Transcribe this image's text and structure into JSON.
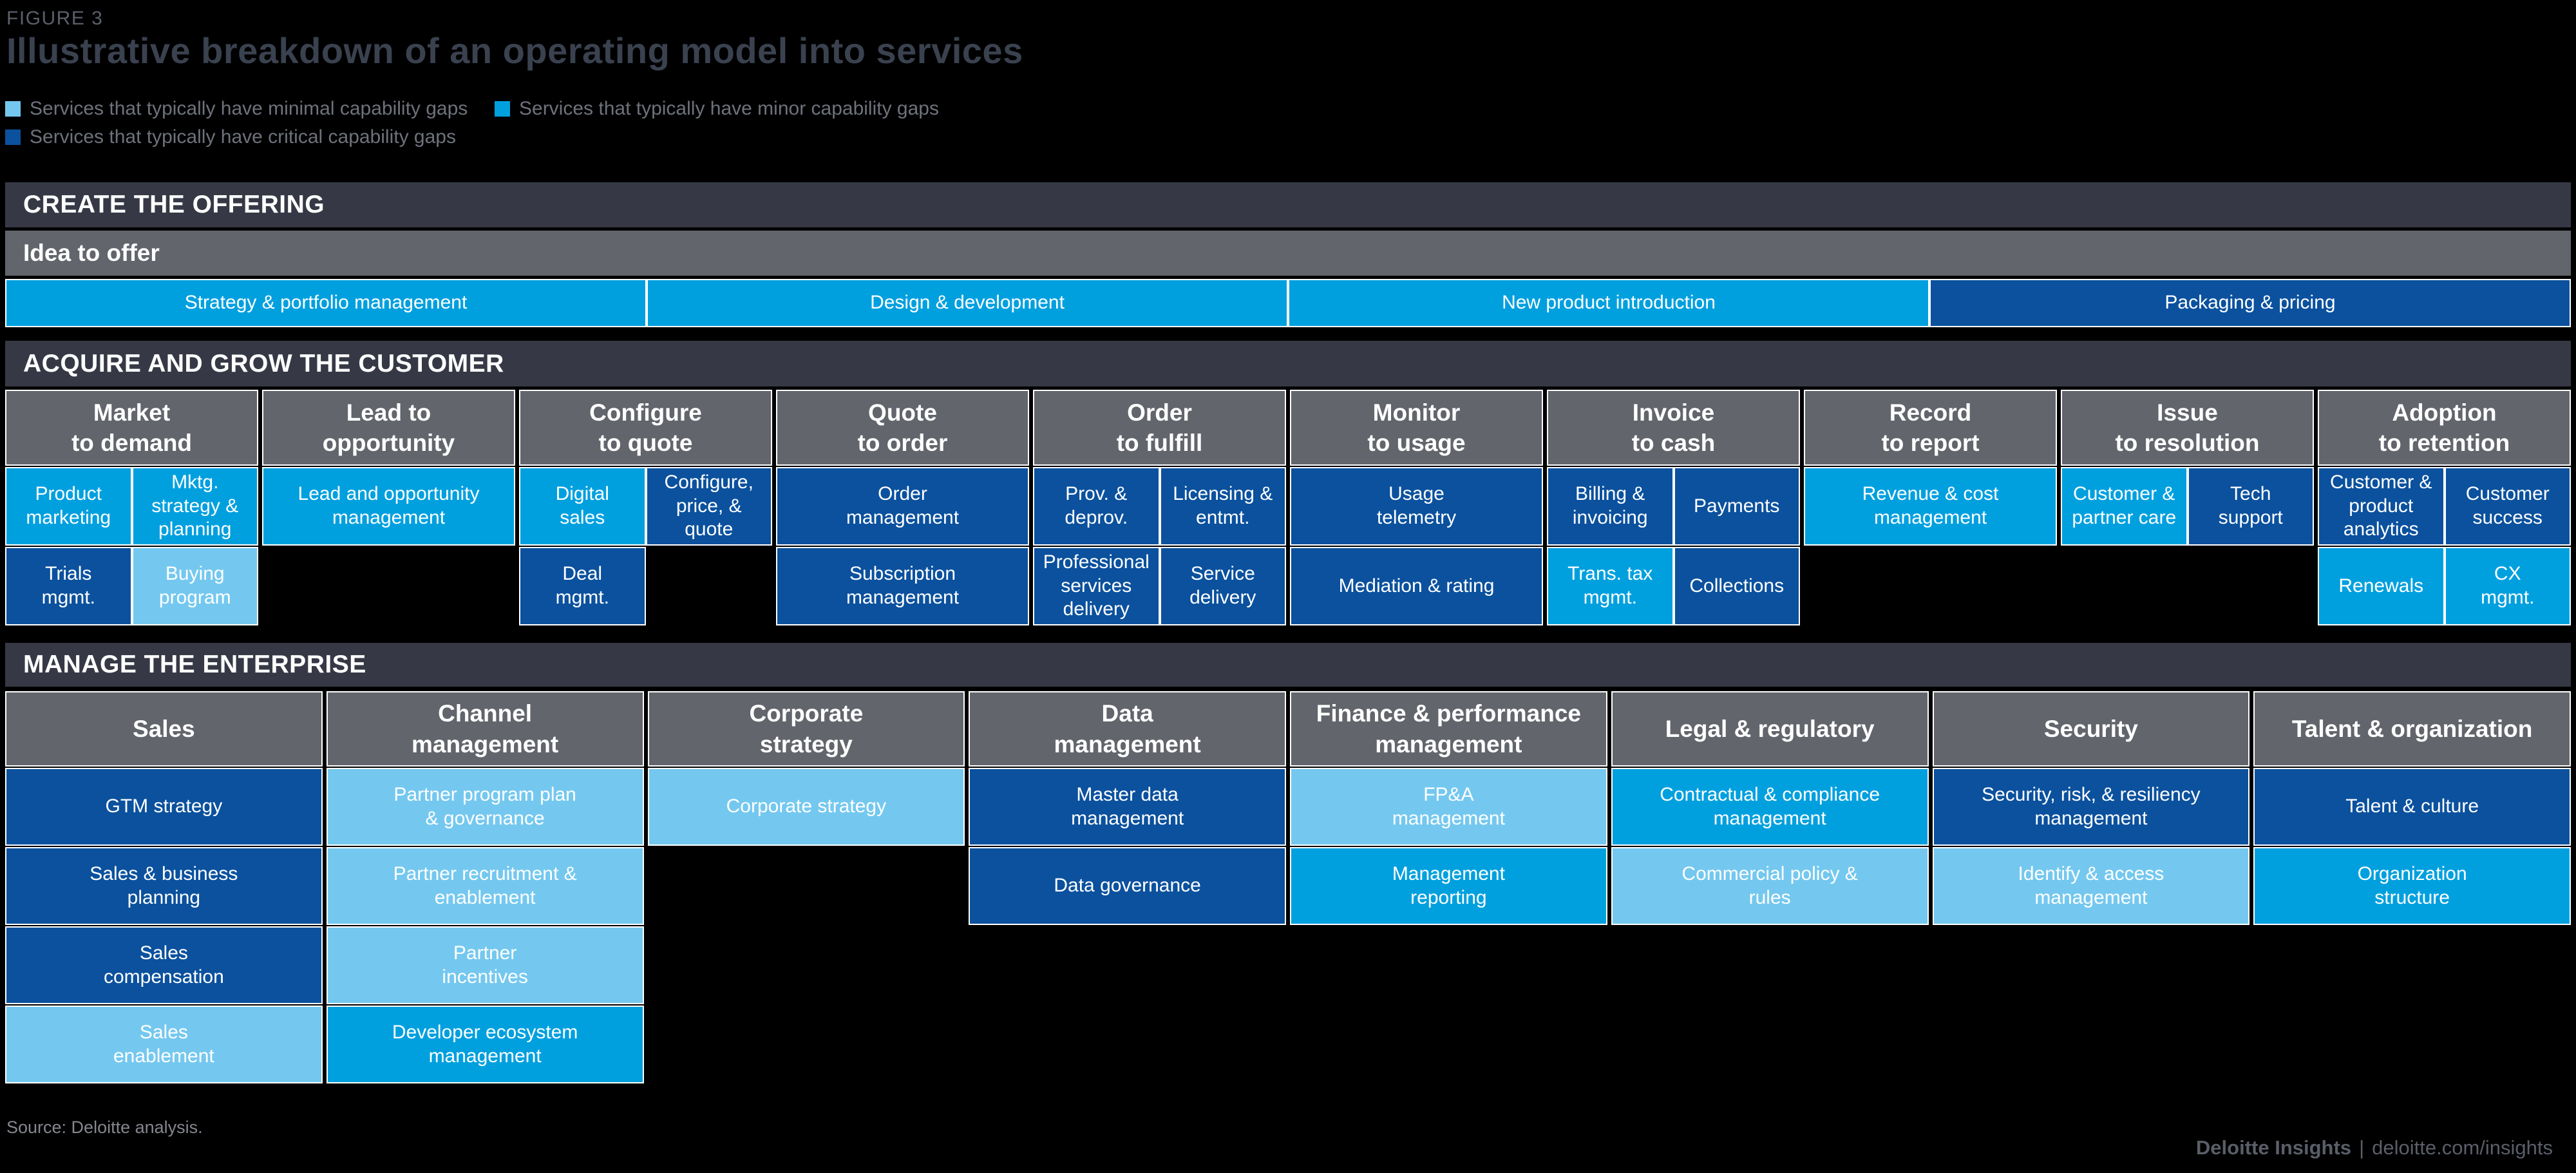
{
  "figure": {
    "eyebrow": "FIGURE 3",
    "title": "Illustrative breakdown of an operating model into services",
    "source": "Source: Deloitte analysis.",
    "footer": {
      "brand": "Deloitte Insights",
      "separator": "|",
      "site": "deloitte.com/insights"
    }
  },
  "palette": {
    "minimal": "#74C8EF",
    "minor": "#00A0DF",
    "critical": "#0B519E",
    "section_bar": "#363945",
    "header_gray": "#62656C",
    "background": "#000000"
  },
  "legend": {
    "items": [
      {
        "label": "Services that typically have minimal capability gaps",
        "level": "minimal",
        "color": "#74C8EF"
      },
      {
        "label": "Services that typically have minor capability gaps",
        "level": "minor",
        "color": "#00A0DF"
      },
      {
        "label": "Services that typically have critical capability gaps",
        "level": "critical",
        "color": "#0B519E"
      }
    ]
  },
  "create": {
    "title": "CREATE THE OFFERING",
    "subtitle": "Idea to offer",
    "services": [
      {
        "label": "Strategy & portfolio management",
        "level": "minor"
      },
      {
        "label": "Design & development",
        "level": "minor"
      },
      {
        "label": "New product introduction",
        "level": "minor"
      },
      {
        "label": "Packaging & pricing",
        "level": "critical"
      }
    ]
  },
  "acquire": {
    "title": "ACQUIRE AND GROW THE CUSTOMER",
    "columns": [
      {
        "header": "Market\nto demand",
        "row1": [
          {
            "label": "Product\nmarketing",
            "level": "minor"
          },
          {
            "label": "Mktg.\nstrategy &\nplanning",
            "level": "minor"
          }
        ],
        "row2": [
          {
            "label": "Trials\nmgmt.",
            "level": "critical"
          },
          {
            "label": "Buying\nprogram",
            "level": "minimal"
          }
        ]
      },
      {
        "header": "Lead to\nopportunity",
        "row1": [
          {
            "label": "Lead and opportunity\nmanagement",
            "level": "minor"
          }
        ],
        "row2": []
      },
      {
        "header": "Configure\nto quote",
        "row1": [
          {
            "label": "Digital\nsales",
            "level": "minor"
          },
          {
            "label": "Configure,\nprice, &\nquote",
            "level": "critical"
          }
        ],
        "row2": [
          {
            "label": "Deal\nmgmt.",
            "level": "critical"
          }
        ]
      },
      {
        "header": "Quote\nto order",
        "row1": [
          {
            "label": "Order\nmanagement",
            "level": "critical"
          }
        ],
        "row2": [
          {
            "label": "Subscription\nmanagement",
            "level": "critical"
          }
        ]
      },
      {
        "header": "Order\nto fulfill",
        "row1": [
          {
            "label": "Prov. &\ndeprov.",
            "level": "critical"
          },
          {
            "label": "Licensing &\nentmt.",
            "level": "critical"
          }
        ],
        "row2": [
          {
            "label": "Professional\nservices\ndelivery",
            "level": "critical"
          },
          {
            "label": "Service\ndelivery",
            "level": "critical"
          }
        ]
      },
      {
        "header": "Monitor\nto usage",
        "row1": [
          {
            "label": "Usage\ntelemetry",
            "level": "critical"
          }
        ],
        "row2": [
          {
            "label": "Mediation & rating",
            "level": "critical"
          }
        ]
      },
      {
        "header": "Invoice\nto cash",
        "row1": [
          {
            "label": "Billing &\ninvoicing",
            "level": "critical"
          },
          {
            "label": "Payments",
            "level": "critical"
          }
        ],
        "row2": [
          {
            "label": "Trans. tax\nmgmt.",
            "level": "minor"
          },
          {
            "label": "Collections",
            "level": "critical"
          }
        ]
      },
      {
        "header": "Record\nto report",
        "row1": [
          {
            "label": "Revenue & cost\nmanagement",
            "level": "minor"
          }
        ],
        "row2": []
      },
      {
        "header": "Issue\nto resolution",
        "row1": [
          {
            "label": "Customer &\npartner care",
            "level": "minor"
          },
          {
            "label": "Tech\nsupport",
            "level": "critical"
          }
        ],
        "row2": []
      },
      {
        "header": "Adoption\nto retention",
        "row1": [
          {
            "label": "Customer &\nproduct\nanalytics",
            "level": "critical"
          },
          {
            "label": "Customer\nsuccess",
            "level": "critical"
          }
        ],
        "row2": [
          {
            "label": "Renewals",
            "level": "minor"
          },
          {
            "label": "CX\nmgmt.",
            "level": "minor"
          }
        ]
      }
    ]
  },
  "manage": {
    "title": "MANAGE THE ENTERPRISE",
    "columns": [
      {
        "header": "Sales",
        "rows": [
          {
            "label": "GTM strategy",
            "level": "critical"
          },
          {
            "label": "Sales & business\nplanning",
            "level": "critical"
          },
          {
            "label": "Sales\ncompensation",
            "level": "critical"
          },
          {
            "label": "Sales\nenablement",
            "level": "minimal"
          }
        ]
      },
      {
        "header": "Channel\nmanagement",
        "rows": [
          {
            "label": "Partner program plan\n& governance",
            "level": "minimal"
          },
          {
            "label": "Partner recruitment &\nenablement",
            "level": "minimal"
          },
          {
            "label": "Partner\nincentives",
            "level": "minimal"
          },
          {
            "label": "Developer ecosystem\nmanagement",
            "level": "minor"
          }
        ]
      },
      {
        "header": "Corporate\nstrategy",
        "rows": [
          {
            "label": "Corporate strategy",
            "level": "minimal"
          }
        ]
      },
      {
        "header": "Data\nmanagement",
        "rows": [
          {
            "label": "Master data\nmanagement",
            "level": "critical"
          },
          {
            "label": "Data governance",
            "level": "critical"
          }
        ]
      },
      {
        "header": "Finance & performance\nmanagement",
        "rows": [
          {
            "label": "FP&A\nmanagement",
            "level": "minimal"
          },
          {
            "label": "Management\nreporting",
            "level": "minor"
          }
        ]
      },
      {
        "header": "Legal & regulatory",
        "rows": [
          {
            "label": "Contractual & compliance\nmanagement",
            "level": "minor"
          },
          {
            "label": "Commercial policy &\nrules",
            "level": "minimal"
          }
        ]
      },
      {
        "header": "Security",
        "rows": [
          {
            "label": "Security, risk, & resiliency\nmanagement",
            "level": "critical"
          },
          {
            "label": "Identify & access\nmanagement",
            "level": "minimal"
          }
        ]
      },
      {
        "header": "Talent & organization",
        "rows": [
          {
            "label": "Talent & culture",
            "level": "critical"
          },
          {
            "label": "Organization\nstructure",
            "level": "minor"
          }
        ]
      }
    ]
  }
}
